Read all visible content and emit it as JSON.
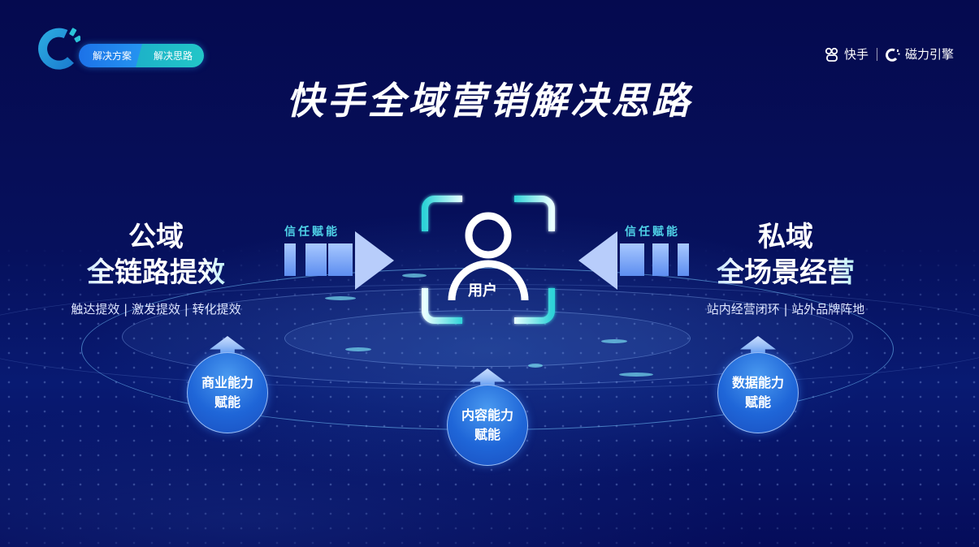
{
  "header": {
    "breadcrumb": [
      "解决方案",
      "解决思路"
    ],
    "brand": {
      "kuaishou": "快手",
      "engine": "磁力引擎"
    },
    "title": "快手全域营销解决思路"
  },
  "left": {
    "heading": "公域",
    "subheading": "全链路提效",
    "tags": "触达提效 |  激发提效  | 转化提效",
    "arrow_label": "信任赋能"
  },
  "right": {
    "heading": "私域",
    "subheading": "全场景经营",
    "tags": "站内经营闭环  | 站外品牌阵地",
    "arrow_label": "信任赋能"
  },
  "center": {
    "label": "用户"
  },
  "bubbles": [
    {
      "line1": "商业能力",
      "line2": "赋能"
    },
    {
      "line1": "内容能力",
      "line2": "赋能"
    },
    {
      "line1": "数据能力",
      "line2": "赋能"
    }
  ],
  "colors": {
    "background": "#050a55",
    "accent_cyan": "#4fd3e8",
    "accent_blue": "#1f66d8"
  }
}
